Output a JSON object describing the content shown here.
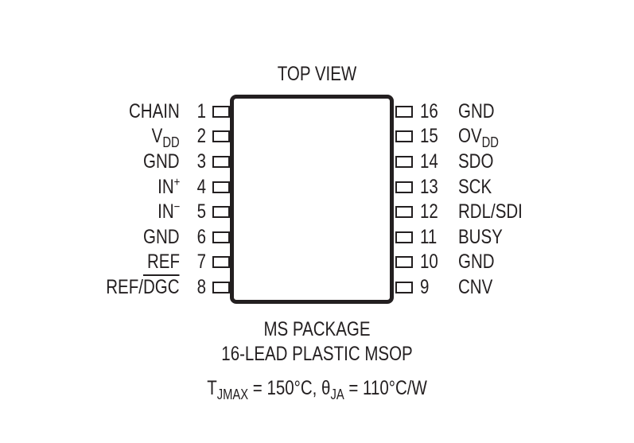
{
  "diagram": {
    "title": "TOP VIEW",
    "package_line1": "MS PACKAGE",
    "package_line2": "16-LEAD PLASTIC MSOP",
    "thermal": {
      "tj_symbol": "T",
      "tj_sub": "JMAX",
      "tj_value": " = 150°C, ",
      "theta_symbol": "θ",
      "theta_sub": "JA",
      "theta_value": " = 110°C/W"
    },
    "left_pins": [
      {
        "num": "1",
        "name": "CHAIN"
      },
      {
        "num": "2",
        "name": "V",
        "sub": "DD"
      },
      {
        "num": "3",
        "name": "GND"
      },
      {
        "num": "4",
        "name": "IN",
        "sup": "+"
      },
      {
        "num": "5",
        "name": "IN",
        "sup": "−"
      },
      {
        "num": "6",
        "name": "GND"
      },
      {
        "num": "7",
        "name": "REF"
      },
      {
        "num": "8",
        "name": "REF/",
        "overline": "DGC"
      }
    ],
    "right_pins": [
      {
        "num": "16",
        "name": "GND"
      },
      {
        "num": "15",
        "name": "OV",
        "sub": "DD"
      },
      {
        "num": "14",
        "name": "SDO"
      },
      {
        "num": "13",
        "name": "SCK"
      },
      {
        "num": "12",
        "name": "RDL/SDI"
      },
      {
        "num": "11",
        "name": "BUSY"
      },
      {
        "num": "10",
        "name": "GND"
      },
      {
        "num": "9",
        "name": "CNV"
      }
    ]
  }
}
